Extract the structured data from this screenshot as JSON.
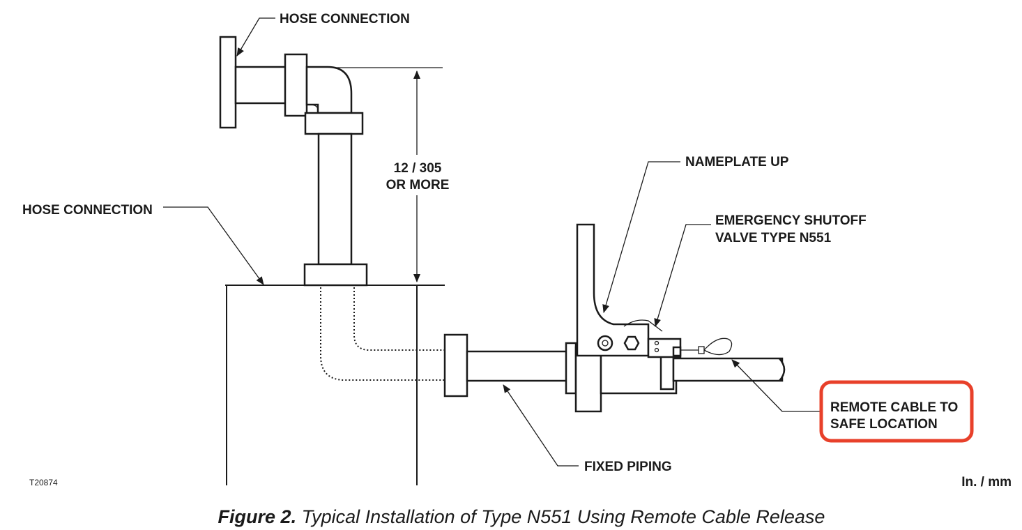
{
  "labels": {
    "hose_connection_top": "HOSE CONNECTION",
    "hose_connection_left": "HOSE CONNECTION",
    "dimension_line1": "12 / 305",
    "dimension_line2": "OR MORE",
    "nameplate_up": "NAMEPLATE UP",
    "valve_line1": "EMERGENCY SHUTOFF",
    "valve_line2": "VALVE TYPE N551",
    "remote_cable_line1": "REMOTE CABLE TO",
    "remote_cable_line2": "SAFE LOCATION",
    "fixed_piping": "FIXED PIPING",
    "drawing_id": "T20874",
    "units": "In. / mm"
  },
  "caption": {
    "prefix": "Figure 2.",
    "text": " Typical Installation of Type N551 Using Remote Cable Release"
  },
  "highlight": {
    "color": "#e8402a"
  }
}
